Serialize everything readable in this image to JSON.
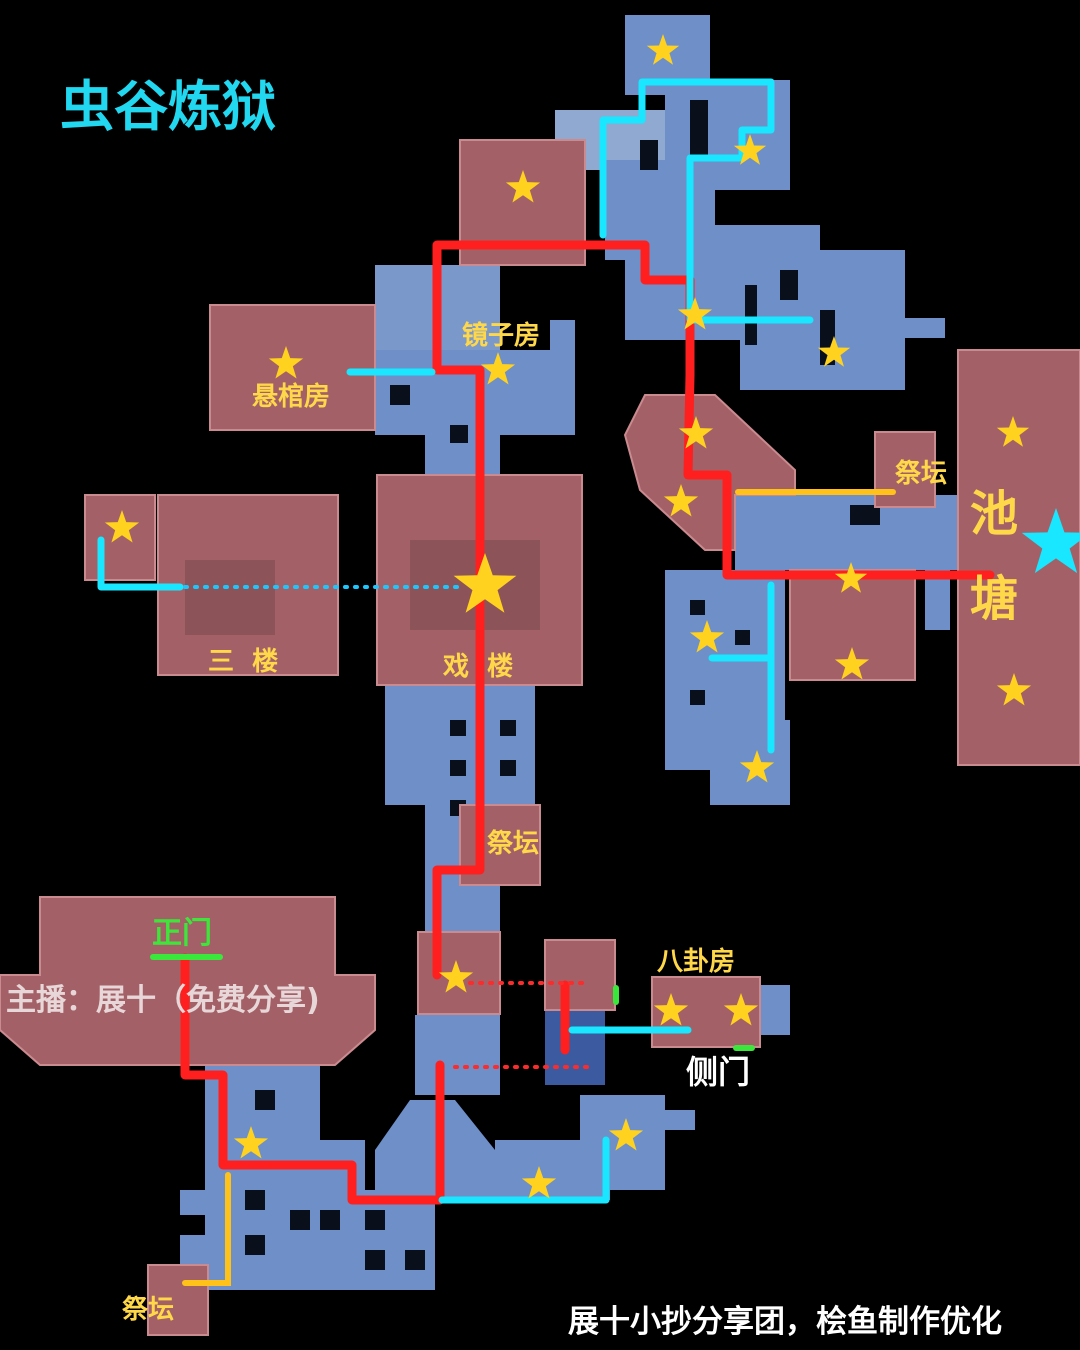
{
  "title": "虫谷炼狱",
  "rooms": {
    "xuanguan": "悬棺房",
    "jingzi": "镜子房",
    "sanlou": "三  楼",
    "xilou": "戏  楼",
    "jitan_mid": "祭坛",
    "jitan_right": "祭坛",
    "jitan_bottom": "祭坛",
    "chitang_1": "池",
    "chitang_2": "塘",
    "bagua": "八卦房",
    "zhengmen": "正门",
    "cemen": "侧门"
  },
  "watermark": "主播：展十（免费分享)",
  "credit": "展十小抄分享团，桧鱼制作优化",
  "legend_colors": {
    "main_route": "#ff1f1f",
    "side_route": "#19e6ff",
    "altar_route": "#ffc21a",
    "door_marker": "#39e83a",
    "star": "#ffd21f",
    "special_star": "#19e6ff"
  },
  "icons": {
    "star": "star-icon",
    "special_star": "cyan-star-icon"
  }
}
